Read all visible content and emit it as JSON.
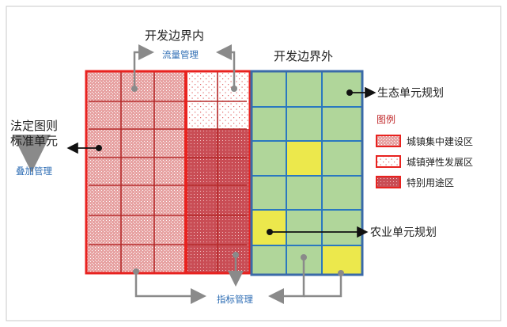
{
  "title_inside": "开发边界内",
  "title_outside": "开发边界外",
  "flow_management": "流量管理",
  "index_management": "指标管理",
  "overlay_management": "叠加管理",
  "left_label_line1": "法定图则",
  "left_label_line2": "标准单元",
  "ecology_unit": "生态单元规划",
  "agriculture_unit": "农业单元规划",
  "legend": {
    "title": "图例",
    "items": [
      {
        "label": "城镇集中建设区"
      },
      {
        "label": "城镇弹性发展区"
      },
      {
        "label": "特别用途区"
      }
    ]
  },
  "colors": {
    "red_border": "#e8221f",
    "blue_border": "#3a6aa8",
    "green_cell": "#b0d69a",
    "yellow_cell": "#ece84c",
    "blue_text": "#2e6db4",
    "gray_arrow": "#8a8a8a"
  }
}
